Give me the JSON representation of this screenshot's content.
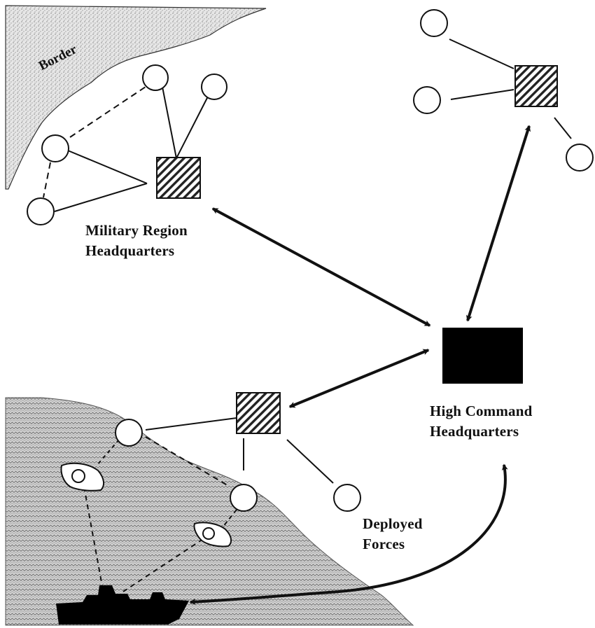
{
  "labels": {
    "border": "Border",
    "military_region": [
      "Military Region",
      "Headquarters"
    ],
    "high_command": [
      "High Command",
      "Headquarters"
    ],
    "deployed_forces": [
      "Deployed",
      "Forces"
    ]
  },
  "colors": {
    "ink": "#111111",
    "hatch": "#222222",
    "land_texture": "#9a9a9a",
    "sea_texture": "#7f7f7f",
    "paper": "#ffffff"
  }
}
